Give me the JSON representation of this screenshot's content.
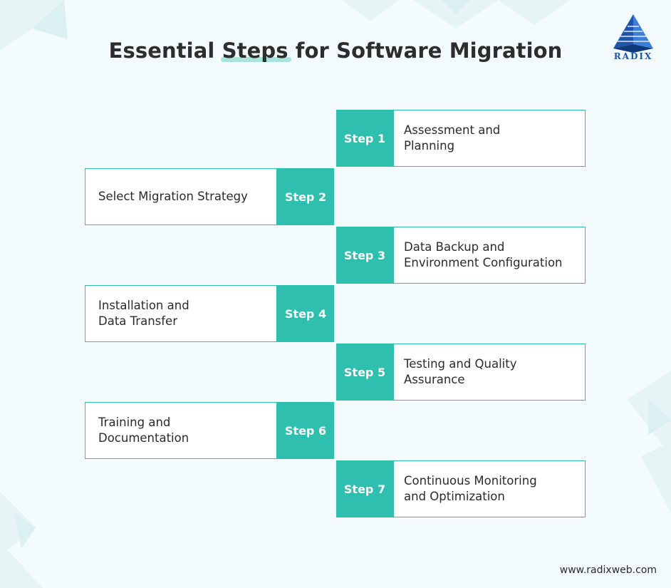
{
  "title": {
    "prefix": "Essential ",
    "highlight": "Steps",
    "suffix": " for Software Migration"
  },
  "brand": {
    "logo_icon": "pyramid-logo-icon",
    "name": "RADIX",
    "website": "www.radixweb.com"
  },
  "colors": {
    "accent": "#2fbfae",
    "highlight": "#a8e3dd",
    "background": "#f3fbfc",
    "logo_blue": "#1f55a8"
  },
  "steps": [
    {
      "badge": "Step 1",
      "text": "Assessment and\nPlanning",
      "side": "right"
    },
    {
      "badge": "Step 2",
      "text": "Select Migration Strategy",
      "side": "left"
    },
    {
      "badge": "Step 3",
      "text": "Data Backup and\nEnvironment Configuration",
      "side": "right"
    },
    {
      "badge": "Step 4",
      "text": "Installation and\nData Transfer",
      "side": "left"
    },
    {
      "badge": "Step 5",
      "text": "Testing and Quality\nAssurance",
      "side": "right"
    },
    {
      "badge": "Step 6",
      "text": "Training and\nDocumentation",
      "side": "left"
    },
    {
      "badge": "Step 7",
      "text": "Continuous Monitoring\nand Optimization",
      "side": "right"
    }
  ]
}
